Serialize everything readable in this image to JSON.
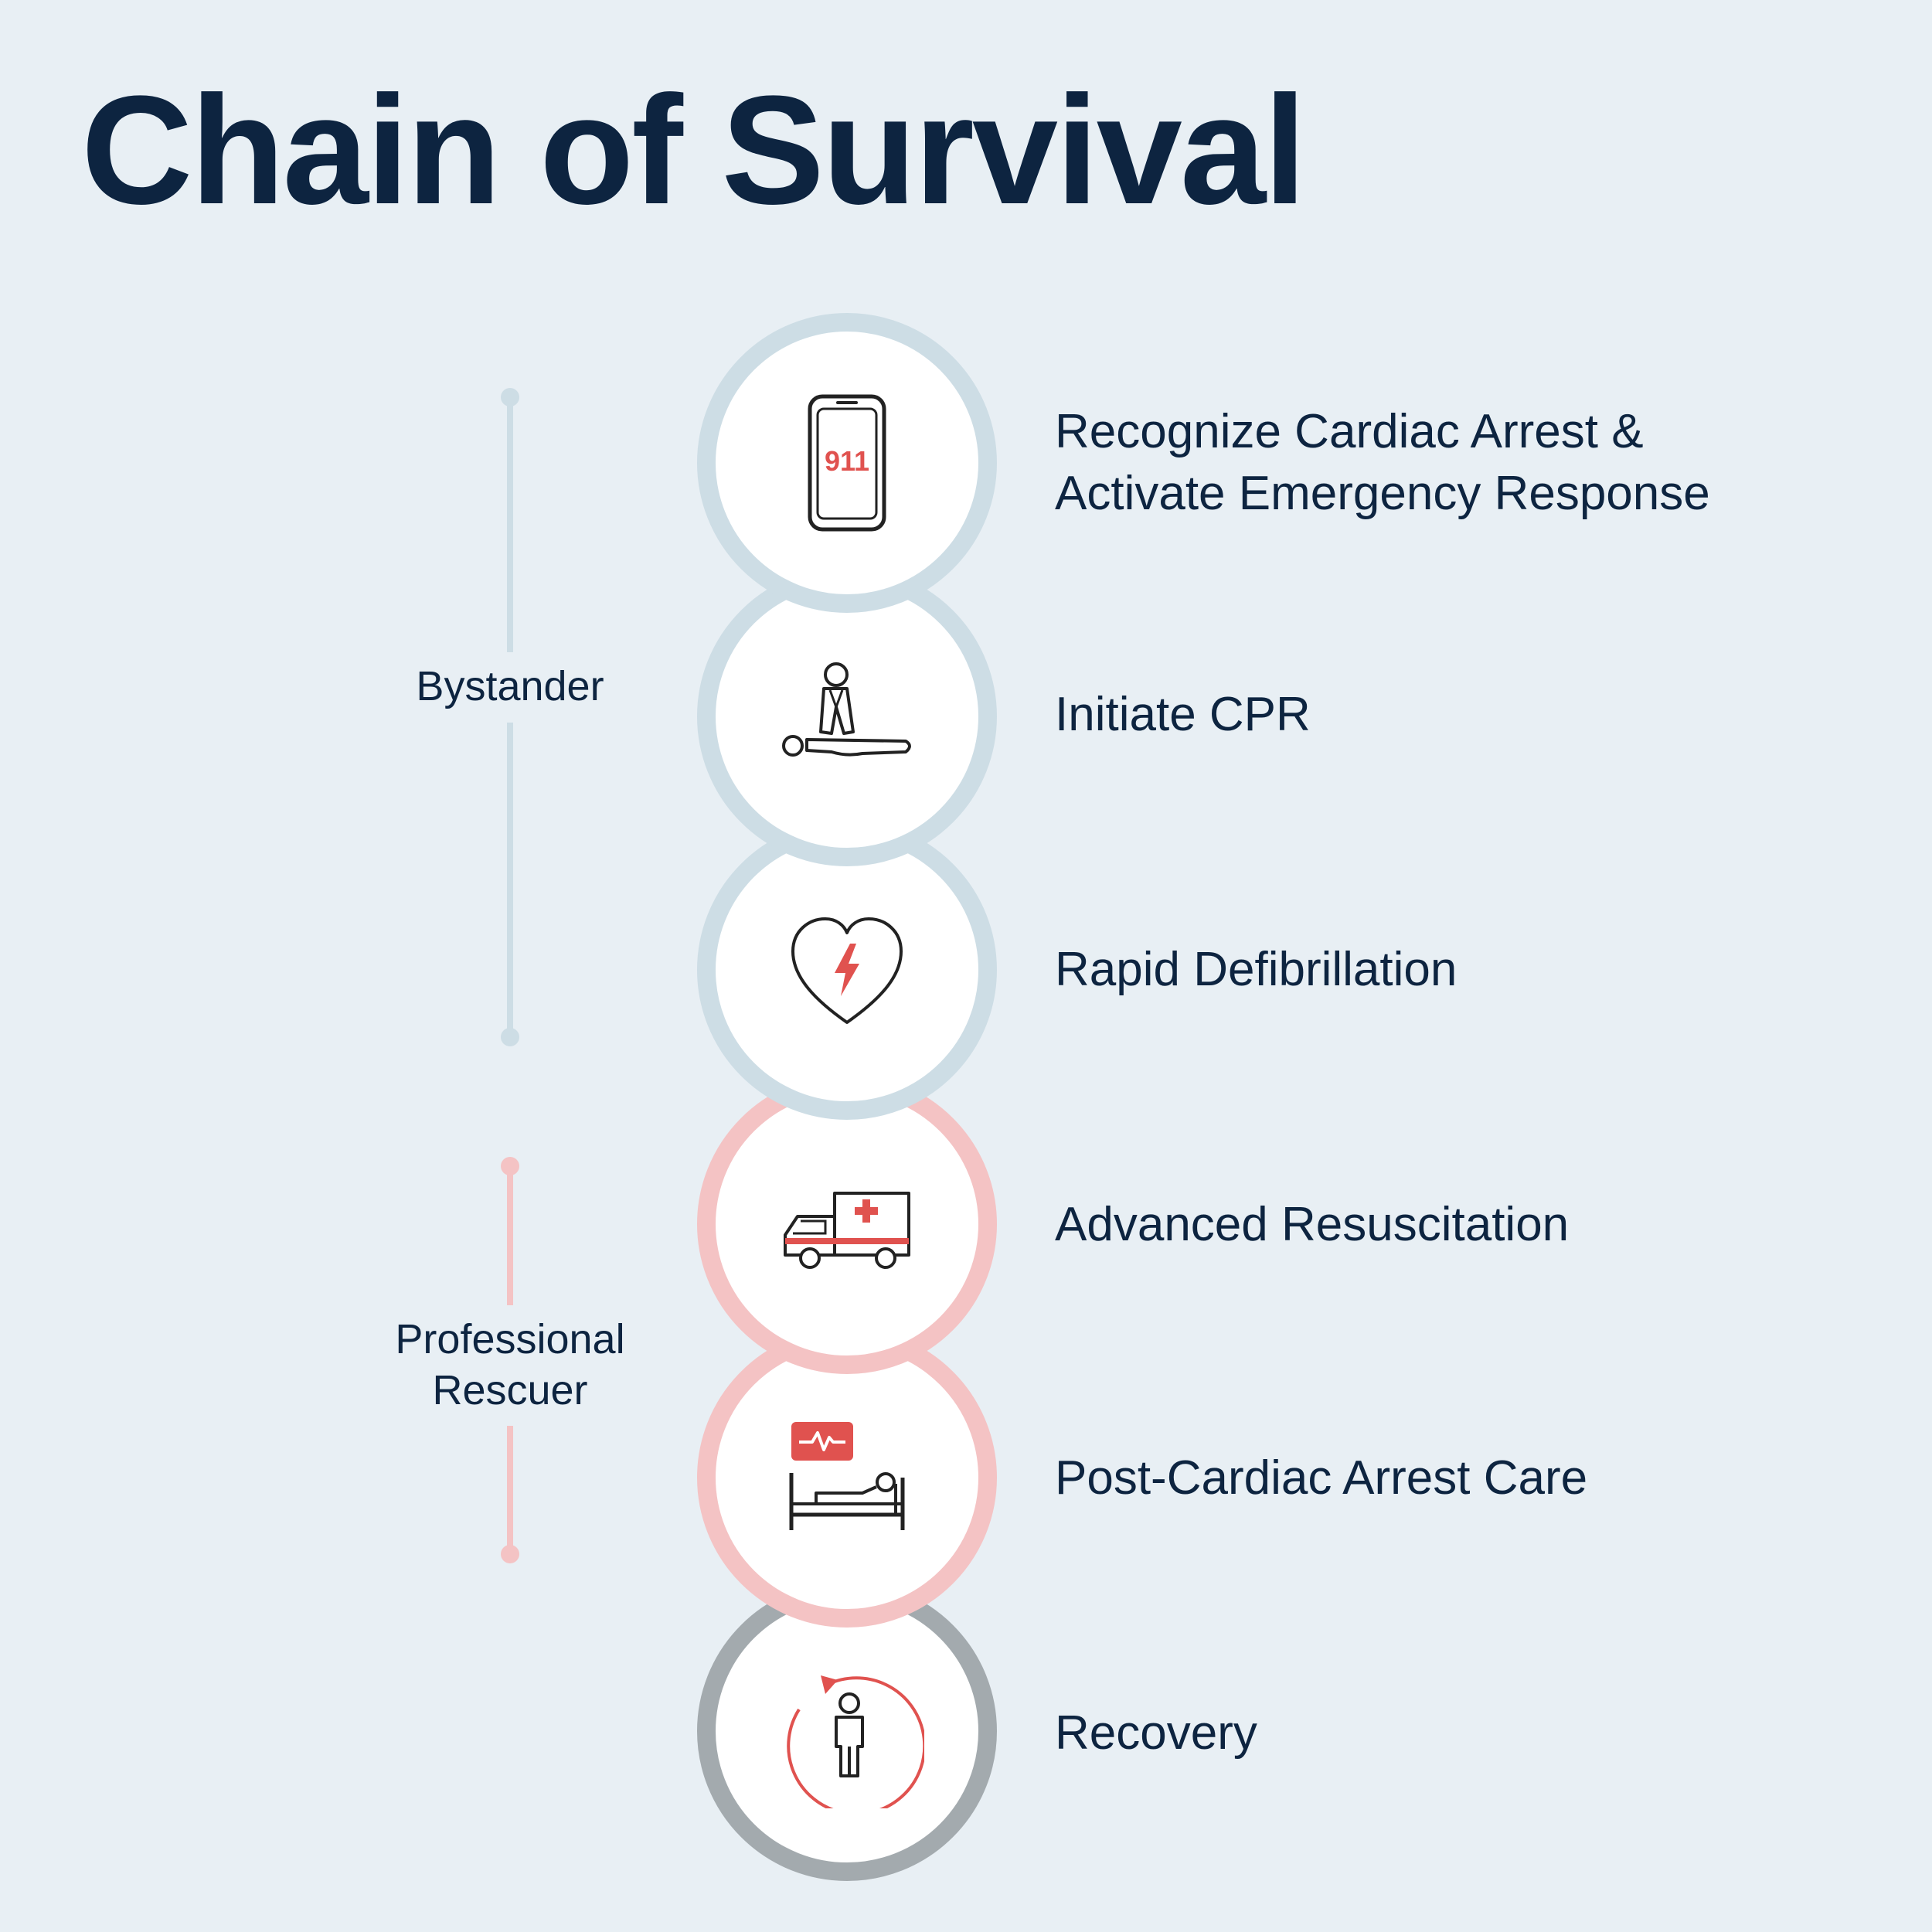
{
  "title": "Chain of Survival",
  "groups": [
    {
      "label": "Bystander",
      "color": "#cddde5"
    },
    {
      "label": "Professional Rescuer",
      "color": "#f4c3c4"
    }
  ],
  "steps": [
    {
      "label": "Recognize Cardiac Arrest & Activate Emergency Response",
      "icon": "phone-911-icon",
      "phone_text": "911"
    },
    {
      "label": "Initiate CPR",
      "icon": "cpr-icon"
    },
    {
      "label": "Rapid Defibrillation",
      "icon": "aed-heart-icon"
    },
    {
      "label": "Advanced Resuscitation",
      "icon": "ambulance-icon"
    },
    {
      "label": "Post-Cardiac Arrest Care",
      "icon": "hospital-bed-icon"
    },
    {
      "label": "Recovery",
      "icon": "recovery-person-icon"
    }
  ],
  "colors": {
    "title": "#0d2440",
    "accent_red": "#e0524f",
    "bystander_ring": "#cddde5",
    "professional_ring": "#f4c3c4",
    "recovery_ring": "#a3aaae",
    "background": "#e8eff4"
  }
}
